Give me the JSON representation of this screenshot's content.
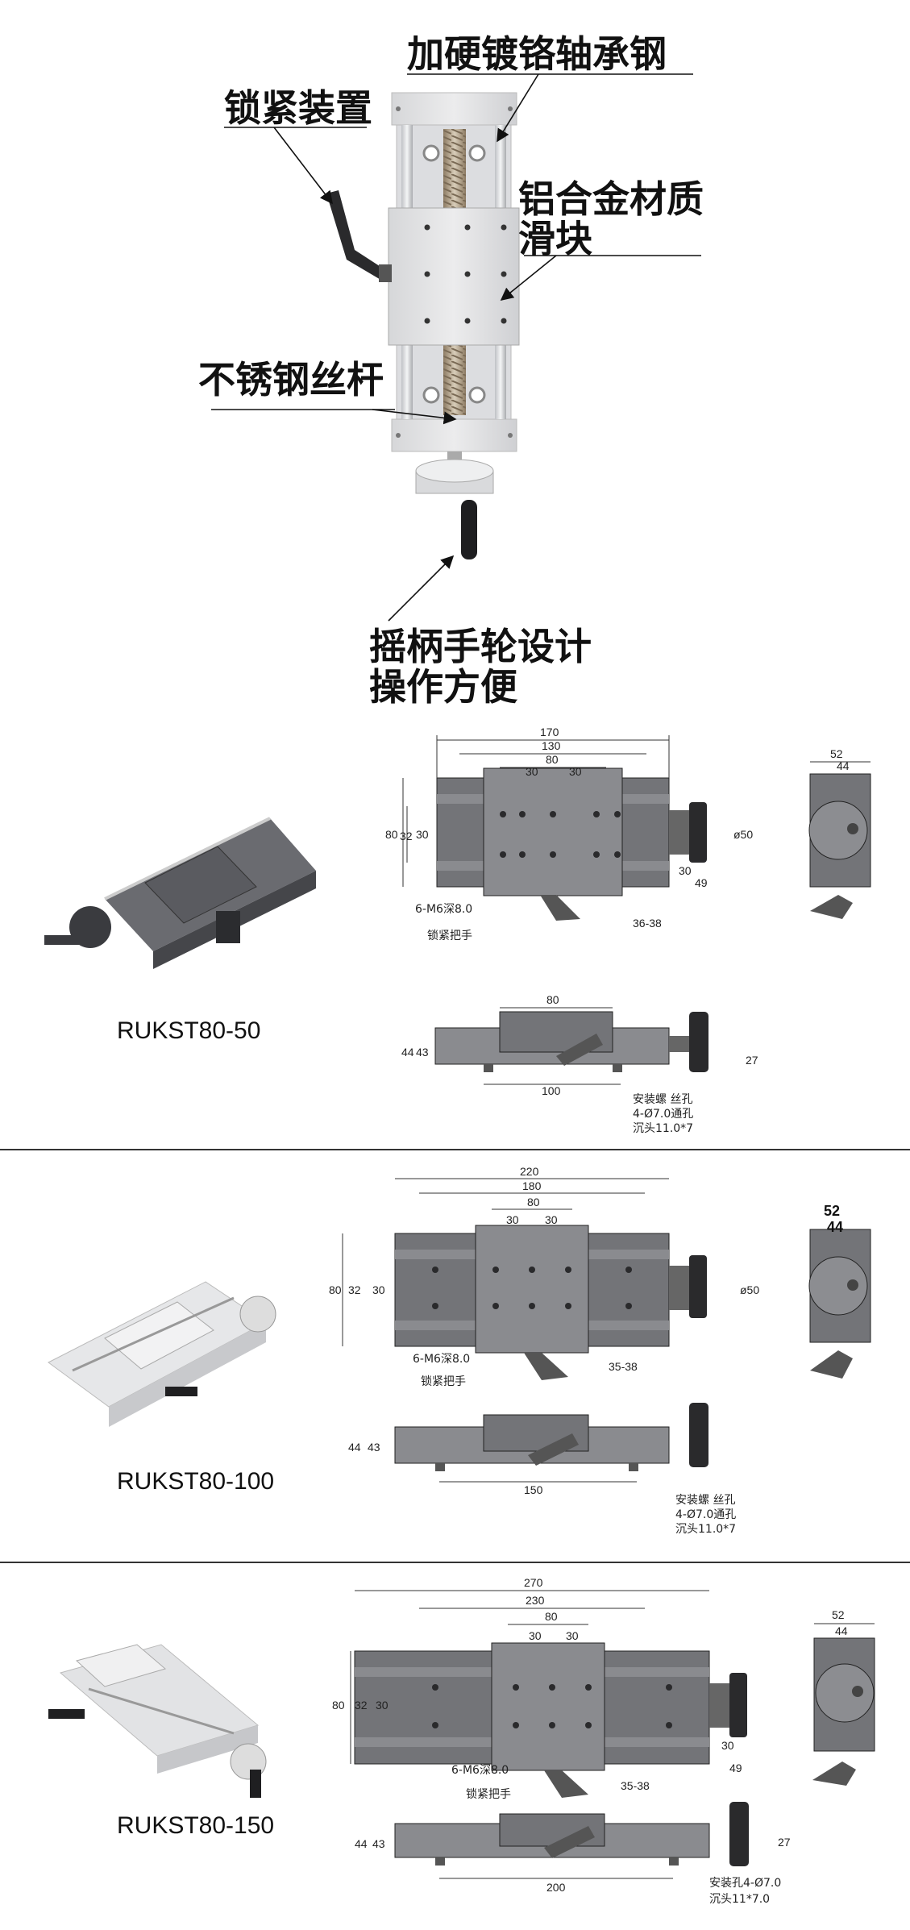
{
  "callouts": {
    "rail": "加硬镀铬轴承钢",
    "lock": "锁紧装置",
    "slider_l1": "铝合金材质",
    "slider_l2": "滑块",
    "screw": "不锈钢丝杆",
    "handwheel_l1": "摇柄手轮设计",
    "handwheel_l2": "操作方便"
  },
  "products": [
    {
      "model": "RUKST80-50",
      "top": {
        "overall": "170",
        "body": "130",
        "table": "80",
        "hole_a": "30",
        "hole_b": "30"
      },
      "side": {
        "height": "80",
        "h32": "32",
        "h30": "30",
        "wheel": "ø50",
        "off30": "30",
        "off49": "49",
        "handle": "36-38"
      },
      "end": {
        "w52": "52",
        "w44": "44"
      },
      "front": {
        "table": "80",
        "base": "100",
        "h44": "44",
        "h43": "43",
        "h27": "27"
      },
      "notes": {
        "thread": "6-M6深8.0",
        "lock": "锁紧把手",
        "mount_1": "安装螺 丝孔",
        "mount_2": "4-Ø7.0通孔",
        "mount_3": "沉头11.0*7"
      }
    },
    {
      "model": "RUKST80-100",
      "top": {
        "overall": "220",
        "body": "180",
        "table": "80",
        "hole_a": "30",
        "hole_b": "30"
      },
      "side": {
        "height": "80",
        "h32": "32",
        "h30": "30",
        "wheel": "ø50",
        "handle": "35-38"
      },
      "end": {
        "w52": "52",
        "w44": "44"
      },
      "front": {
        "base": "150",
        "h44": "44",
        "h43": "43"
      },
      "notes": {
        "thread": "6-M6深8.0",
        "lock": "锁紧把手",
        "mount_1": "安装螺 丝孔",
        "mount_2": "4-Ø7.0通孔",
        "mount_3": "沉头11.0*7"
      }
    },
    {
      "model": "RUKST80-150",
      "top": {
        "overall": "270",
        "body": "230",
        "table": "80",
        "hole_a": "30",
        "hole_b": "30"
      },
      "side": {
        "height": "80",
        "h32": "32",
        "h30": "30",
        "off30": "30",
        "off49": "49",
        "handle": "35-38"
      },
      "end": {
        "w52": "52",
        "w44": "44"
      },
      "front": {
        "base": "200",
        "h44": "44",
        "h43": "43",
        "h27": "27"
      },
      "notes": {
        "thread": "6-M6深8.0",
        "lock": "锁紧把手",
        "mount_1": "安装孔4-Ø7.0",
        "mount_2": "沉头11*7.0"
      }
    }
  ],
  "colors": {
    "metal": "#7a7b80",
    "metal_dark": "#55565b",
    "alu": "#e3e4e6",
    "line": "#222222"
  }
}
